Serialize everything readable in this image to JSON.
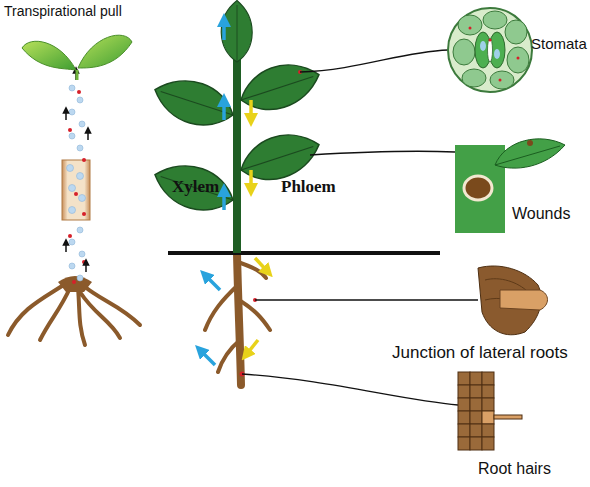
{
  "diagram": {
    "labels": [
      "Transpirational pull",
      "Xylem",
      "Phloem",
      "Stomata",
      "Wounds",
      "Junction of lateral roots",
      "Root hairs"
    ]
  }
}
